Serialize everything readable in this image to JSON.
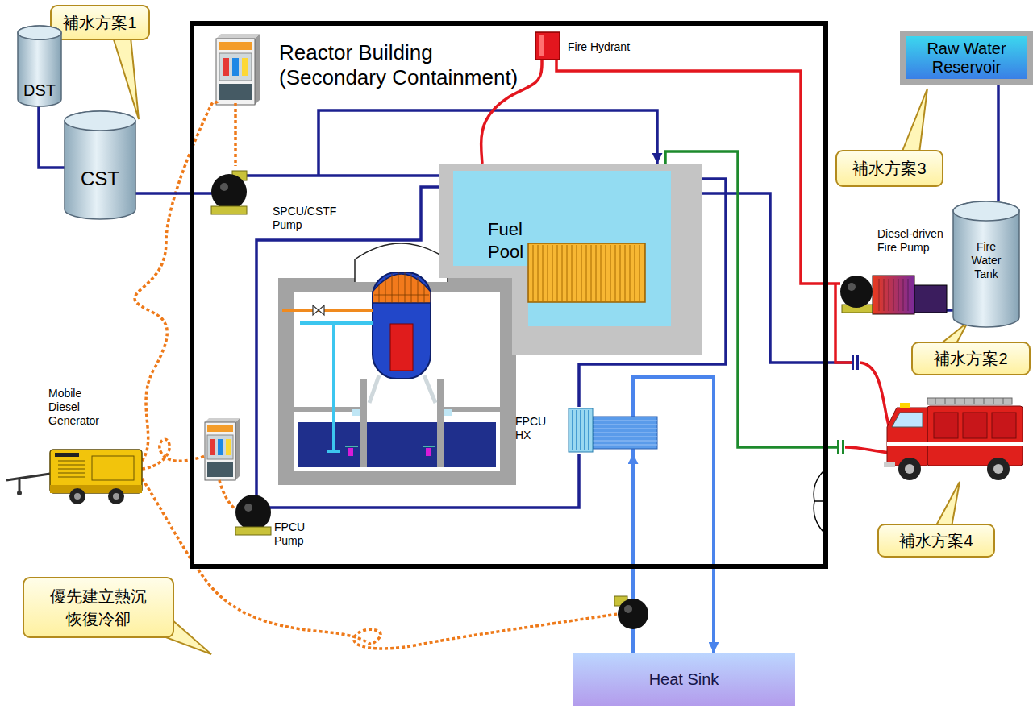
{
  "diagram": {
    "nodes": [
      {
        "text": [
          "補水方案1"
        ]
      },
      {
        "text": [
          "DST"
        ]
      },
      {
        "text": [
          "CST"
        ]
      },
      {
        "text": [
          "Reactor Building (Secondary Containment)"
        ]
      },
      {
        "text": [
          "Fire Hydrant"
        ],
        "in": 3
      },
      {
        "text": [
          "SPCU/CSTF Pump"
        ],
        "in": 3
      },
      {
        "text": [
          "Fuel Pool"
        ],
        "in": 3
      },
      {
        "text": [
          "FPCU HX"
        ],
        "in": 3
      },
      {
        "text": [
          "FPCU Pump"
        ],
        "in": 3
      },
      {
        "text": [
          "Raw Water Reservoir"
        ]
      },
      {
        "text": [
          "補水方案3"
        ]
      },
      {
        "text": [
          "Diesel-driven Fire Pump"
        ]
      },
      {
        "text": [
          "Fire Water Tank"
        ]
      },
      {
        "text": [
          "補水方案2"
        ]
      },
      {
        "text": [
          "Mobile Diesel Generator"
        ]
      },
      {
        "text": [
          "補水方案4"
        ]
      },
      {
        "text": [
          "優先建立熱沉 恢復冷卻"
        ]
      },
      {
        "text": [
          "Heat Sink"
        ]
      }
    ],
    "edges": [
      {
        "from": 1,
        "to": 2,
        "arrow": "none"
      },
      {
        "from": 2,
        "to": 5,
        "arrow": "none"
      },
      {
        "from": 5,
        "to": 6,
        "arrow": "none"
      },
      {
        "from": 5,
        "to": 6,
        "arrow": "to"
      },
      {
        "from": 8,
        "to": 6,
        "arrow": "none"
      },
      {
        "from": 8,
        "to": 7,
        "arrow": "none"
      },
      {
        "from": 7,
        "to": 6,
        "arrow": "none"
      },
      {
        "from": 4,
        "to": 6,
        "arrow": "none"
      },
      {
        "from": 4,
        "to": 11,
        "arrow": "none"
      },
      {
        "from": 11,
        "to": 12,
        "arrow": "none"
      },
      {
        "from": 9,
        "to": 12,
        "arrow": "none"
      },
      {
        "from": 17,
        "to": 7,
        "arrow": "to"
      },
      {
        "from": 7,
        "to": 17,
        "arrow": "to"
      }
    ]
  }
}
